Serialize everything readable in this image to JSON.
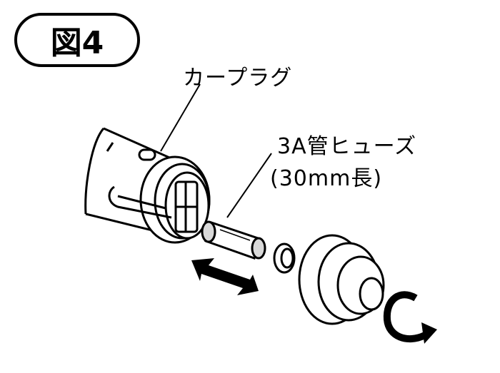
{
  "figure": {
    "label": "図4"
  },
  "callouts": {
    "plug": "カープラグ",
    "fuse_line1": "3A管ヒューズ",
    "fuse_line2": "(30mm長)"
  },
  "colors": {
    "ink": "#000000",
    "paper": "#ffffff",
    "shade": "#d9d9d9"
  },
  "icons": {
    "move": "double-arrow-icon",
    "rotate": "rotate-arrow-icon"
  }
}
